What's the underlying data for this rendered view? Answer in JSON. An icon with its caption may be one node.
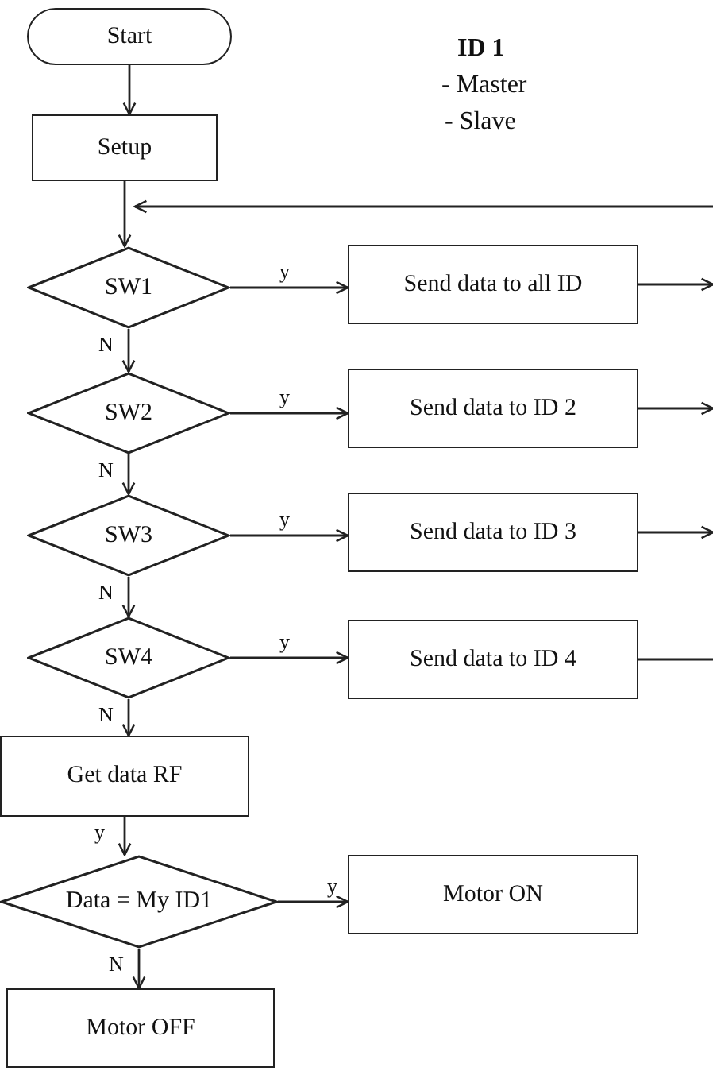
{
  "diagram": {
    "nodes": [
      {
        "text": [
          "Start"
        ]
      },
      {
        "text": [
          "Setup"
        ]
      },
      {
        "text": [
          "SW1"
        ]
      },
      {
        "text": [
          "Send data to all ID"
        ]
      },
      {
        "text": [
          "SW2"
        ]
      },
      {
        "text": [
          "Send data to ID 2"
        ]
      },
      {
        "text": [
          "SW3"
        ]
      },
      {
        "text": [
          "Send data to ID 3"
        ]
      },
      {
        "text": [
          "SW4"
        ]
      },
      {
        "text": [
          "Send data to ID 4"
        ]
      },
      {
        "text": [
          "Get data RF"
        ]
      },
      {
        "text": [
          "Data = My ID1"
        ]
      },
      {
        "text": [
          "Motor ON"
        ]
      },
      {
        "text": [
          "Motor OFF"
        ]
      }
    ],
    "edges": [
      {
        "from": 0,
        "to": 1,
        "arrow": "to"
      },
      {
        "from": 1,
        "to": 2,
        "arrow": "to"
      },
      {
        "from": null,
        "to": 2,
        "arrow": "to"
      },
      {
        "from": 2,
        "to": 3,
        "arrow": "to",
        "label": "y"
      },
      {
        "from": 3,
        "to": null,
        "arrow": "to"
      },
      {
        "from": 2,
        "to": 4,
        "arrow": "to",
        "label": "N"
      },
      {
        "from": 4,
        "to": 5,
        "arrow": "to",
        "label": "y"
      },
      {
        "from": 5,
        "to": null,
        "arrow": "to"
      },
      {
        "from": 4,
        "to": 6,
        "arrow": "to",
        "label": "N"
      },
      {
        "from": 6,
        "to": 7,
        "arrow": "to",
        "label": "y"
      },
      {
        "from": 7,
        "to": null,
        "arrow": "to"
      },
      {
        "from": 6,
        "to": 8,
        "arrow": "to",
        "label": "N"
      },
      {
        "from": 8,
        "to": 9,
        "arrow": "to",
        "label": "y"
      },
      {
        "from": 9,
        "to": null,
        "arrow": "none"
      },
      {
        "from": 8,
        "to": 10,
        "arrow": "to",
        "label": "N"
      },
      {
        "from": 10,
        "to": 11,
        "arrow": "to",
        "label": "y"
      },
      {
        "from": 11,
        "to": 12,
        "arrow": "to",
        "label": "y"
      },
      {
        "from": 11,
        "to": 13,
        "arrow": "to",
        "label": "N"
      }
    ],
    "labels": [
      "ID 1",
      "- Master",
      "- Slave"
    ]
  }
}
